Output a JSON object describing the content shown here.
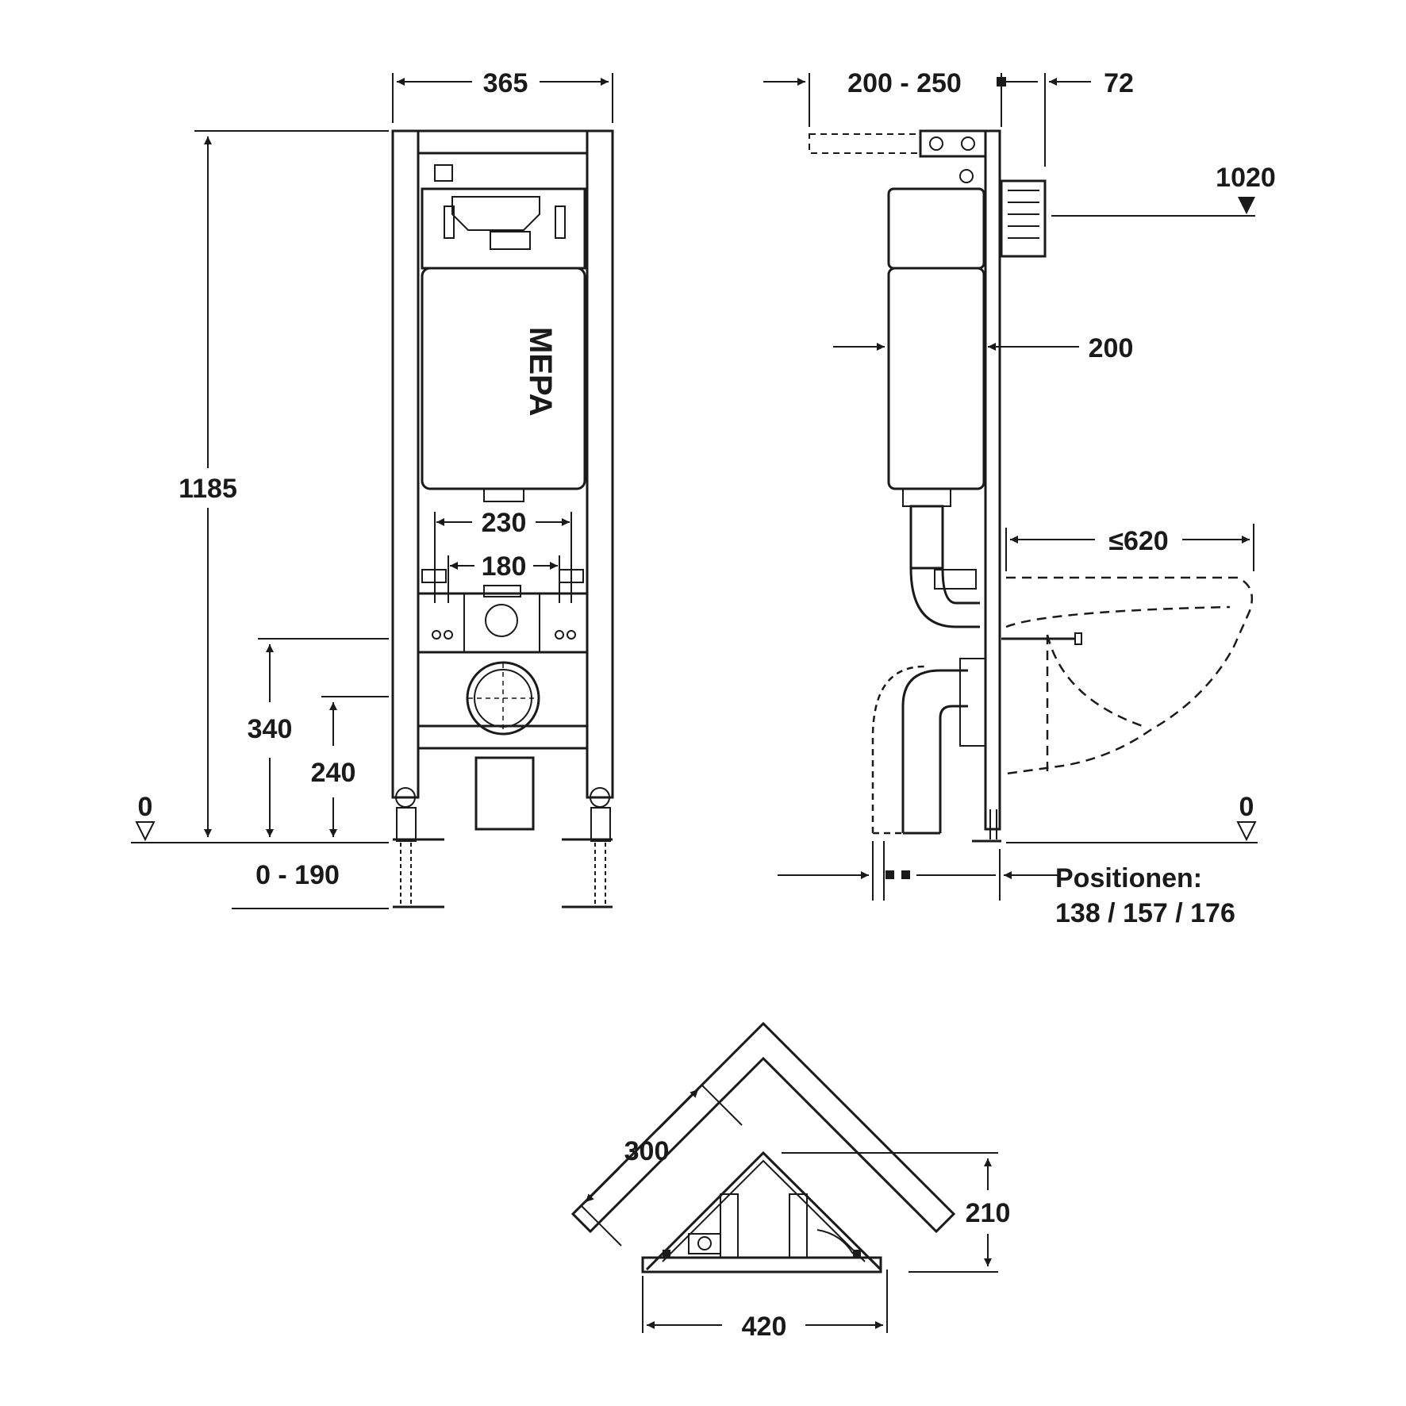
{
  "front_view": {
    "width": "365",
    "height": "1185",
    "outlet_spacing_outer": "230",
    "outlet_spacing_inner": "180",
    "outlet_height": "340",
    "drain_height": "240",
    "level_zero": "0",
    "foot_adjust": "0 - 190",
    "brand": "MEPA"
  },
  "side_view": {
    "depth_range": "200 - 250",
    "plate_depth": "72",
    "flush_height": "1020",
    "cistern_depth": "200",
    "bowl_projection": "≤620",
    "level_zero": "0",
    "positions_label": "Positionen:",
    "positions_values": "138 / 157 / 176"
  },
  "top_view": {
    "side_length": "300",
    "depth": "210",
    "width": "420"
  }
}
